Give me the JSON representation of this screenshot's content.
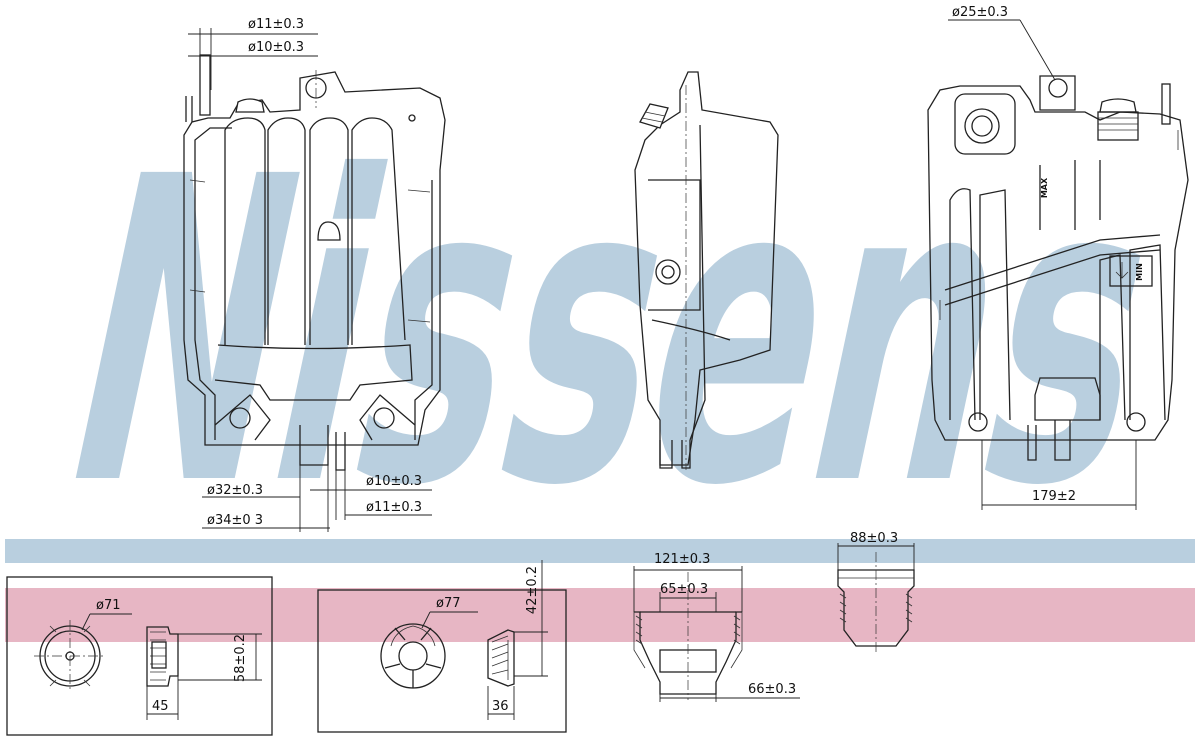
{
  "brand": {
    "watermark": "Nissens",
    "blue": "#b9cfdf",
    "pink": "#e7b6c4"
  },
  "top_dims": {
    "d11_top": "ø11±0.3",
    "d10_top": "ø10±0.3",
    "d32": "ø32±0.3",
    "d34": "ø34±0 3",
    "d10_bottom": "ø10±0.3",
    "d11_bottom": "ø11±0.3",
    "d25": "ø25±0.3",
    "d179": "179±2"
  },
  "tank_labels": {
    "max": "MAX",
    "min": "MIN"
  },
  "cap1": {
    "diameter": "ø71",
    "height": "58±0.2",
    "width": "45"
  },
  "cap2": {
    "diameter": "ø77",
    "height": "42±0.2",
    "width": "36"
  },
  "section1": {
    "outer": "121±0.3",
    "inner": "65±0.3",
    "bottom": "66±0.3"
  },
  "section2": {
    "outer": "88±0.3"
  }
}
